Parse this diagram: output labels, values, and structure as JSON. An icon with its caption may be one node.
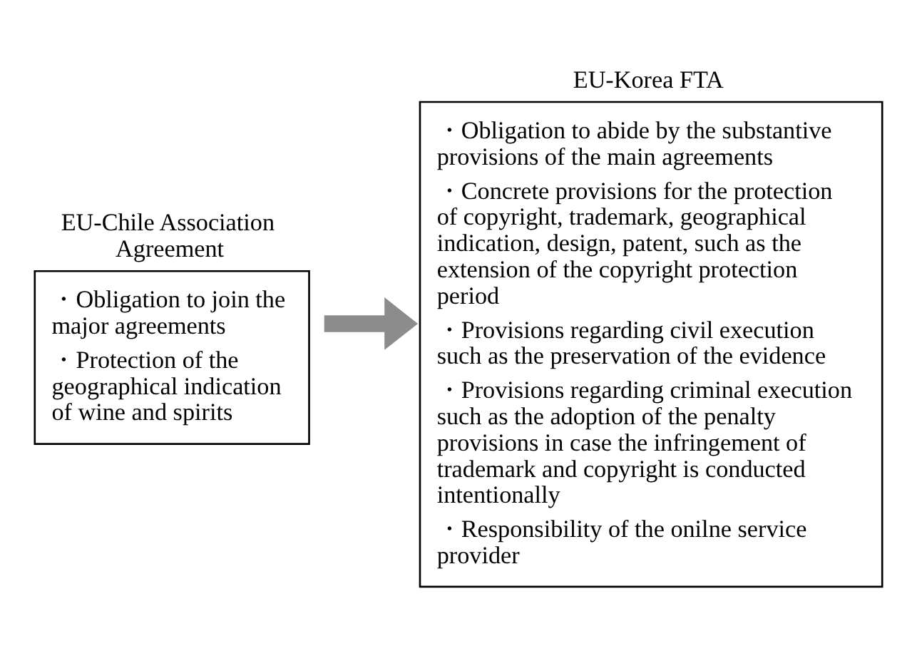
{
  "diagram": {
    "nodes": [
      {
        "text": [
          "EU-Chile Association Agreement",
          "・Obligation to join the major agreements",
          "・Protection of the geographical indication of wine and spirits"
        ]
      },
      {
        "text": [
          "EU-Korea FTA",
          "・Obligation to abide by the substantive provisions of the main agreements",
          "・Concrete provisions for the protection of copyright, trademark, geographical indication, design, patent, such as the extension of the copyright protection period",
          "・Provisions regarding civil execution such as the preservation of the evidence",
          "・Provisions regarding criminal execution such as the adoption of the penalty provisions in case the infringement of trademark and copyright is conducted intentionally",
          "・Responsibility of the onilne service provider"
        ]
      }
    ],
    "edges": [
      {
        "from": 0,
        "to": 1,
        "arrow": "to"
      }
    ]
  }
}
